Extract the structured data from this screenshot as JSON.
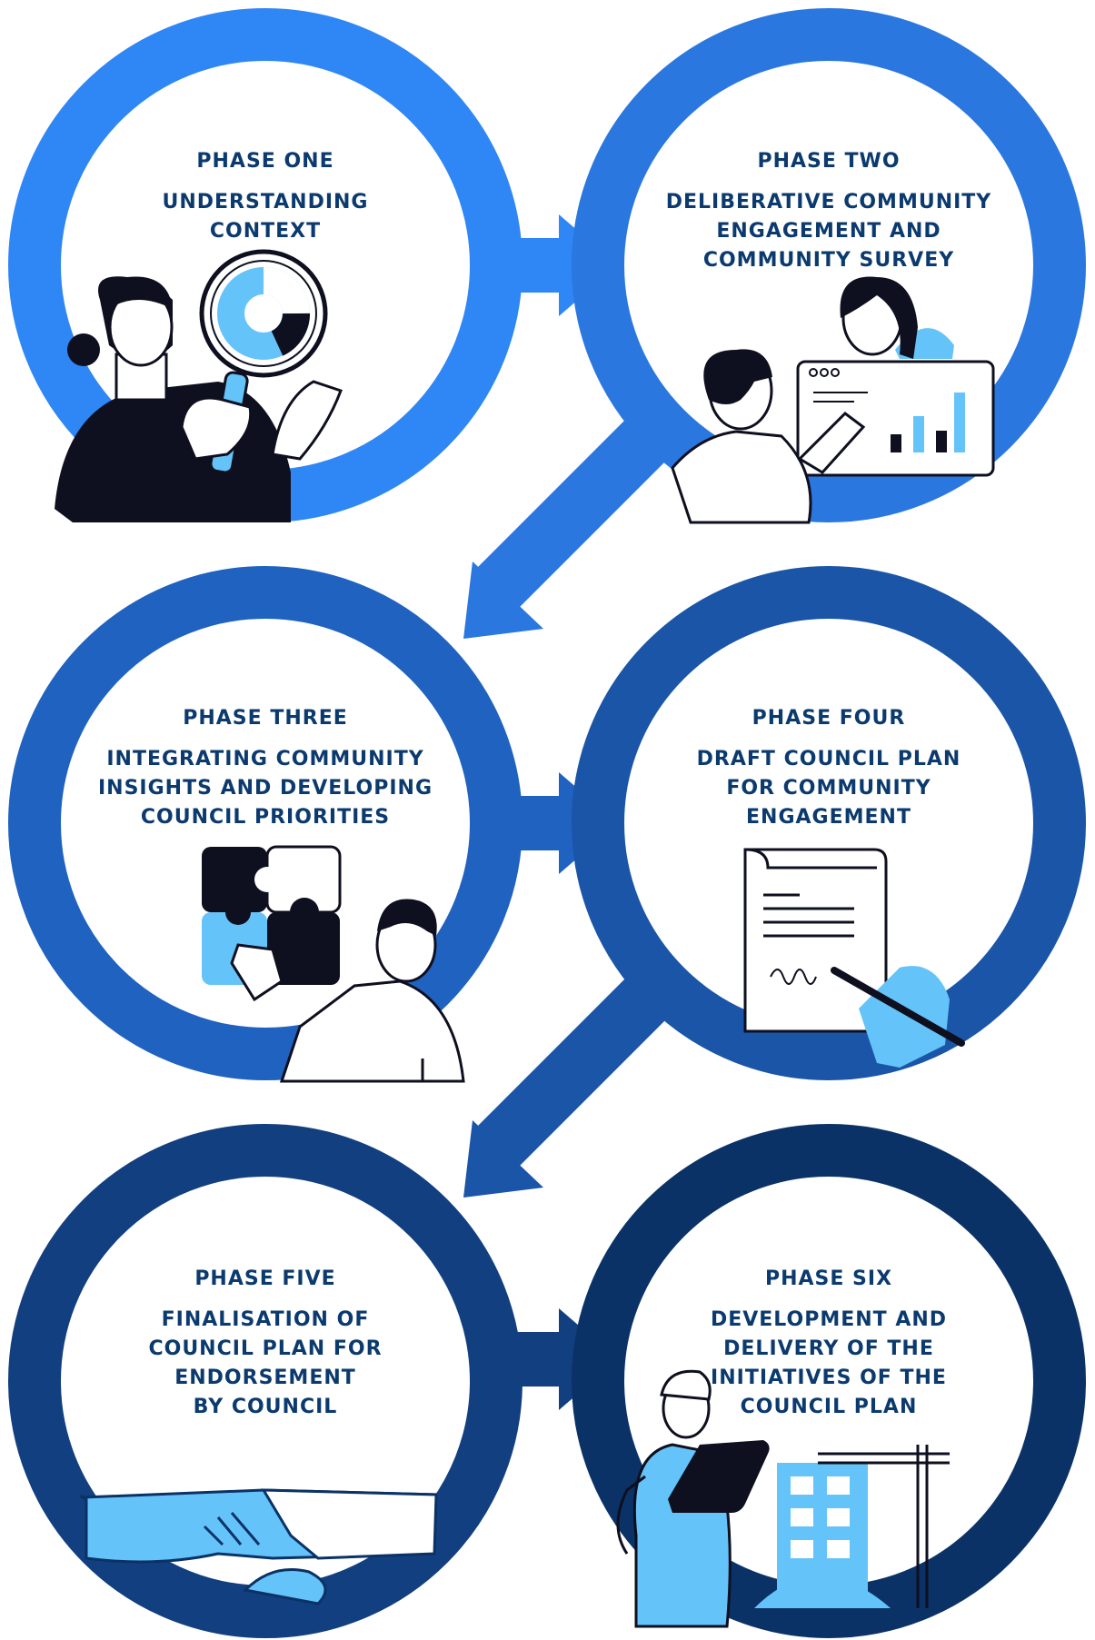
{
  "colors": {
    "ring1": "#2f86f5",
    "ring2": "#2a77e0",
    "ring3": "#1f62c0",
    "ring4": "#1a55a8",
    "ring5": "#123f7f",
    "ring6": "#0b3266",
    "text": "#0b3a6e",
    "accent": "#64c3f9",
    "ink": "#0e0f1f"
  },
  "phases": [
    {
      "label": "PHASE ONE",
      "title": "UNDERSTANDING\nCONTEXT"
    },
    {
      "label": "PHASE TWO",
      "title": "DELIBERATIVE COMMUNITY\nENGAGEMENT AND\nCOMMUNITY SURVEY"
    },
    {
      "label": "PHASE THREE",
      "title": "INTEGRATING COMMUNITY\nINSIGHTS AND DEVELOPING\nCOUNCIL PRIORITIES"
    },
    {
      "label": "PHASE FOUR",
      "title": "DRAFT COUNCIL PLAN\nFOR COMMUNITY\nENGAGEMENT"
    },
    {
      "label": "PHASE FIVE",
      "title": "FINALISATION OF\nCOUNCIL PLAN FOR\nENDORSEMENT\nBY COUNCIL"
    },
    {
      "label": "PHASE SIX",
      "title": "DEVELOPMENT AND\nDELIVERY OF THE\nINITIATIVES OF THE\nCOUNCIL PLAN"
    }
  ],
  "illustrations": [
    "magnifier-chart-woman-icon",
    "dashboard-meeting-icon",
    "puzzle-man-icon",
    "signing-document-icon",
    "handshake-icon",
    "construction-worker-icon"
  ]
}
